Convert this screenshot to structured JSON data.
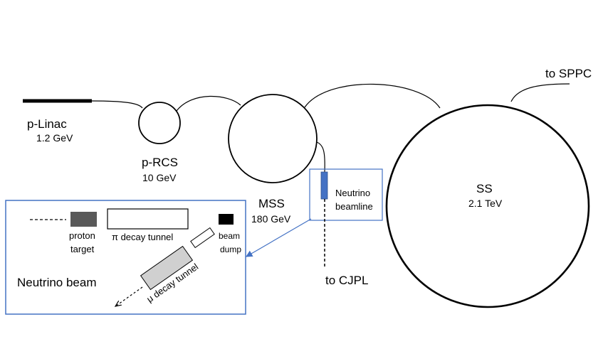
{
  "labels": {
    "plinac_name": "p-Linac",
    "plinac_energy": "1.2 GeV",
    "prcs_name": "p-RCS",
    "prcs_energy": "10 GeV",
    "mss_name": "MSS",
    "mss_energy": "180 GeV",
    "ss_name": "SS",
    "ss_energy": "2.1 TeV",
    "to_sppc": "to SPPC",
    "to_cjpl": "to CJPL",
    "neutrino_beamline_line1": "Neutrino",
    "neutrino_beamline_line2": "beamline"
  },
  "inset": {
    "title": "Neutrino beam",
    "proton_target_line1": "proton",
    "proton_target_line2": "target",
    "pi_decay_tunnel": "π decay tunnel",
    "beam_dump_line1": "beam",
    "beam_dump_line2": "dump",
    "mu_decay_tunnel": "μ decay tunnel"
  },
  "colors": {
    "line": "#000000",
    "inset_border": "#4472C4",
    "beamline_block": "#4472C4",
    "target_fill": "#595959",
    "mu_tunnel_fill": "#d0d0d0"
  }
}
